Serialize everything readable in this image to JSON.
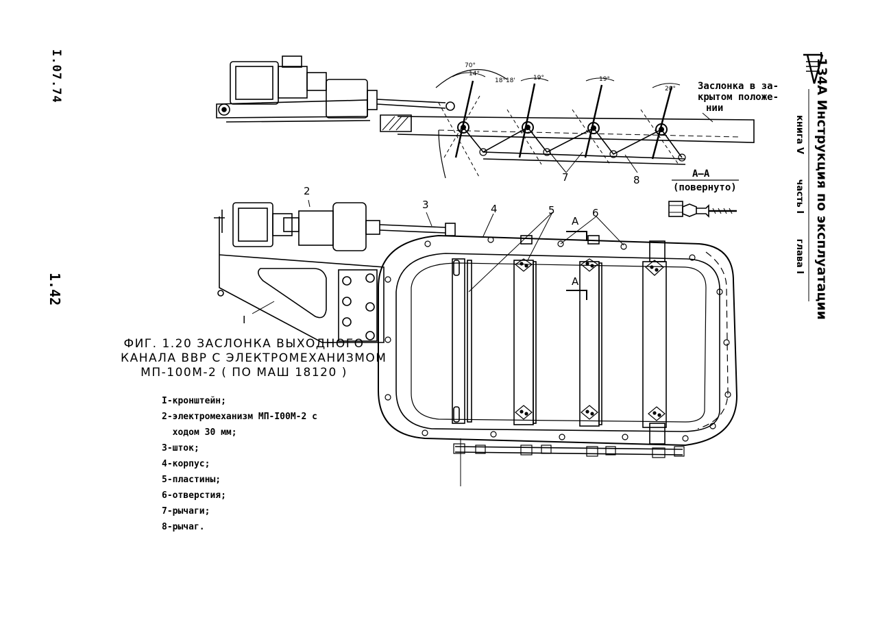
{
  "doc": {
    "date": "I.07.74",
    "page_number": "1.42",
    "header_prefix": "–134А",
    "header_title": "Инструкция по эксплуатации",
    "book": "книга V",
    "part": "часть I",
    "chapter": "глава I"
  },
  "figure": {
    "caption_lines": [
      "ФИГ. 1.20 ЗАСЛОНКА ВЫХОДНОГО",
      "КАНАЛА ВВР С ЭЛЕКТРОМЕХАНИЗМОМ",
      "МП-100М-2 ( ПО МАШ 18120 )"
    ],
    "legend": [
      "I-кронштейн;",
      "2-электромеханизм МП-I00М-2 с",
      "  ходом 30 мм;",
      "3-шток;",
      "4-корпус;",
      "5-пластины;",
      "6-отверстия;",
      "7-рычаги;",
      "8-рычаг."
    ]
  },
  "drawing_labels": {
    "closed_note_lines": [
      "Заслонка в за-",
      "крытом положе-",
      "нии"
    ],
    "angle_70": "70°",
    "angle_14": "14°",
    "angle_18": "18°18'",
    "angle_19a": "19°",
    "angle_19b": "19°",
    "angle_20": "20°",
    "section_title": "А–А",
    "section_note": "(повернуто)",
    "section_mark": "А",
    "part_1": "I",
    "part_2": "2",
    "part_3": "3",
    "part_4": "4",
    "part_5": "5",
    "part_6": "6",
    "part_7": "7",
    "part_8": "8"
  }
}
